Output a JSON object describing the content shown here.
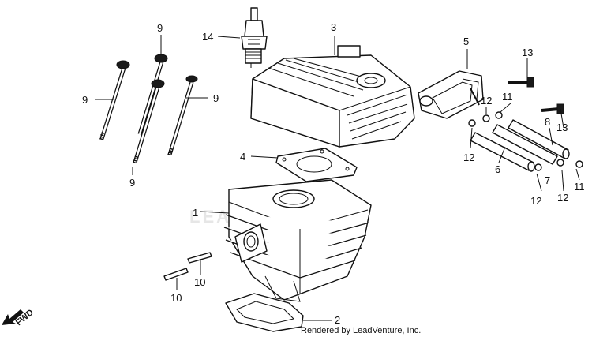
{
  "labels": {
    "cylinder": "1",
    "base_gasket": "2",
    "cylinder_head": "3",
    "head_gasket": "4",
    "reed_valve": "5",
    "hose_6": "6",
    "hose_clip_7": "7",
    "hose_8": "8",
    "stud_bolt_a": "9",
    "stud_bolt_b": "9",
    "stud_bolt_c": "9",
    "stud_bolt_d": "9",
    "dowel_pin_a": "10",
    "dowel_pin_b": "10",
    "clip_11a": "11",
    "clip_11b": "11",
    "clip_12a": "12",
    "clip_12b": "12",
    "clip_12c": "12",
    "clip_12d": "12",
    "bolt_13a": "13",
    "bolt_13b": "13",
    "spark_plug": "14"
  },
  "watermark": "LEADVENTURE",
  "direction_marker": "FWD",
  "credit": "Rendered by LeadVenture, Inc."
}
